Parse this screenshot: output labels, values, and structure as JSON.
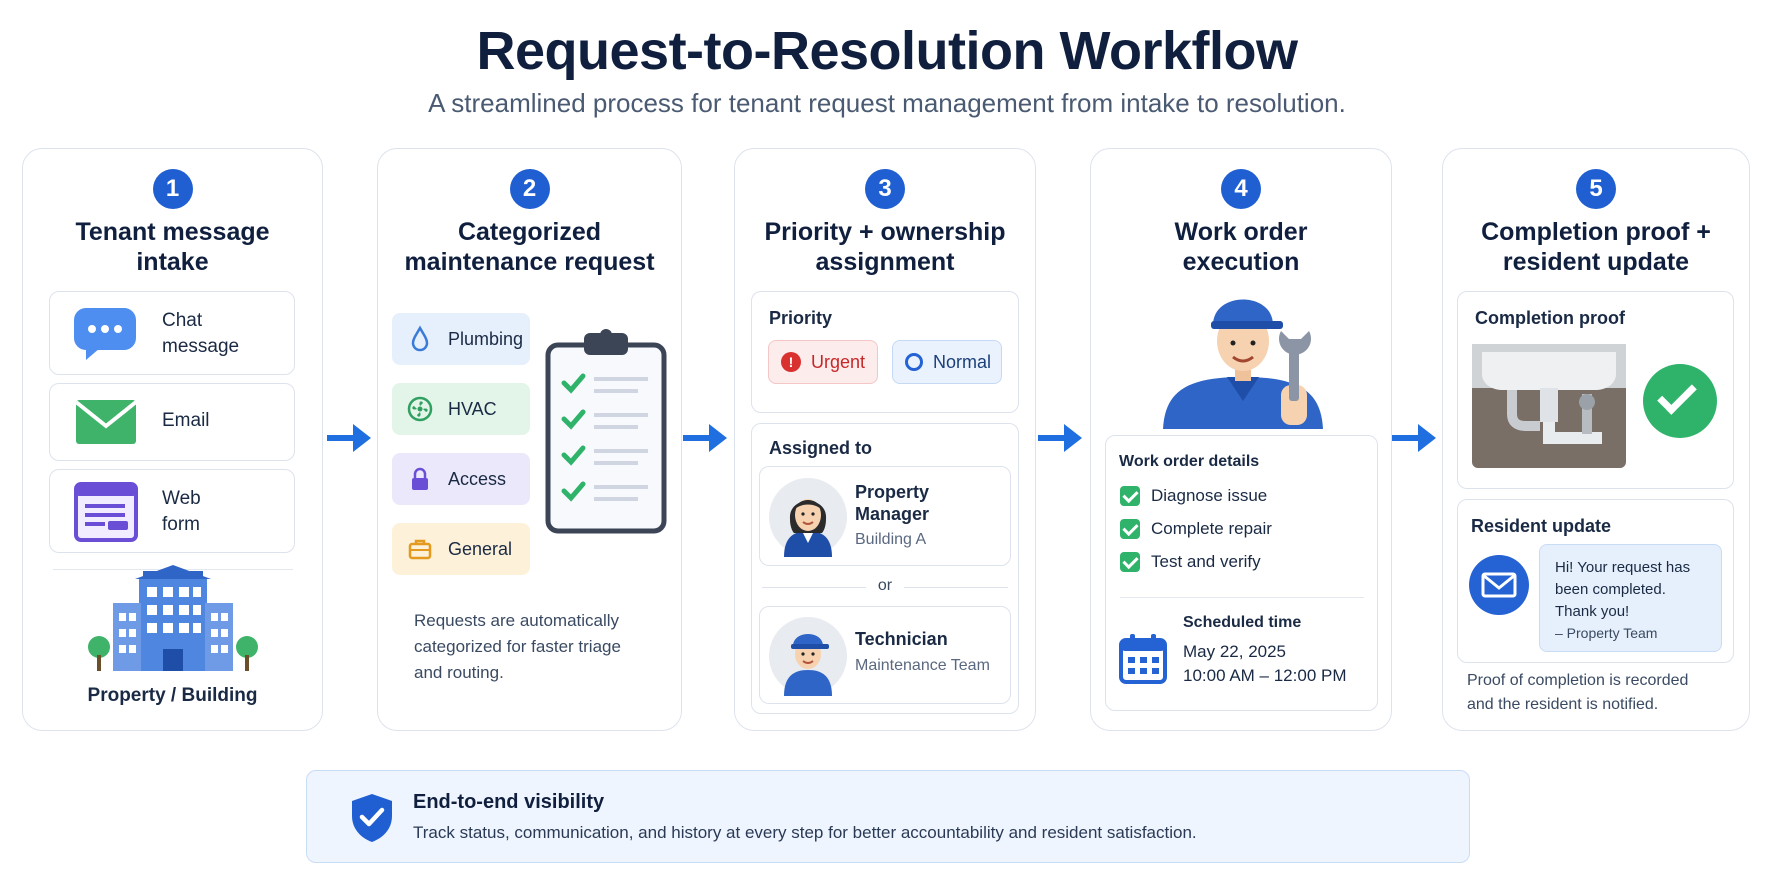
{
  "header": {
    "title": "Request-to-Resolution Workflow",
    "subtitle": "A streamlined process for tenant request management from intake to resolution."
  },
  "colors": {
    "accent": "#1f5fd1",
    "success": "#2fb36b",
    "urgent": "#d93030"
  },
  "steps": [
    {
      "number": "1",
      "title_line1": "Tenant message",
      "title_line2": "intake",
      "channels": [
        {
          "icon": "chat-bubble-icon",
          "line1": "Chat",
          "line2": "message"
        },
        {
          "icon": "email-envelope-icon",
          "line1": "Email",
          "line2": ""
        },
        {
          "icon": "web-form-icon",
          "line1": "Web",
          "line2": "form"
        }
      ],
      "building_label": "Property / Building"
    },
    {
      "number": "2",
      "title_line1": "Categorized",
      "title_line2": "maintenance request",
      "categories": [
        {
          "icon": "water-drop-icon",
          "label": "Plumbing"
        },
        {
          "icon": "fan-icon",
          "label": "HVAC"
        },
        {
          "icon": "padlock-icon",
          "label": "Access"
        },
        {
          "icon": "toolbox-icon",
          "label": "General"
        }
      ],
      "note_line1": "Requests are automatically",
      "note_line2": "categorized for faster triage",
      "note_line3": "and routing."
    },
    {
      "number": "3",
      "title_line1": "Priority + ownership",
      "title_line2": "assignment",
      "priority_heading": "Priority",
      "priority_urgent": "Urgent",
      "priority_normal": "Normal",
      "assigned_heading": "Assigned to",
      "assignee1_line1": "Property",
      "assignee1_line2": "Manager",
      "assignee1_sub": "Building A",
      "or_label": "or",
      "assignee2_name": "Technician",
      "assignee2_sub": "Maintenance Team"
    },
    {
      "number": "4",
      "title_line1": "Work order",
      "title_line2": "execution",
      "details_heading": "Work order details",
      "tasks": [
        "Diagnose issue",
        "Complete repair",
        "Test and verify"
      ],
      "schedule_heading": "Scheduled time",
      "schedule_date": "May 22, 2025",
      "schedule_time": "10:00 AM – 12:00 PM"
    },
    {
      "number": "5",
      "title_line1": "Completion proof +",
      "title_line2": "resident update",
      "proof_heading": "Completion proof",
      "update_heading": "Resident update",
      "message_line1": "Hi! Your request has",
      "message_line2": "been completed.",
      "message_line3": "Thank you!",
      "message_sign": "– Property Team",
      "note_line1": "Proof of completion is recorded",
      "note_line2": "and the resident is notified."
    }
  ],
  "footer": {
    "heading": "End-to-end visibility",
    "text": "Track status, communication, and history at every step for better accountability and resident satisfaction."
  }
}
